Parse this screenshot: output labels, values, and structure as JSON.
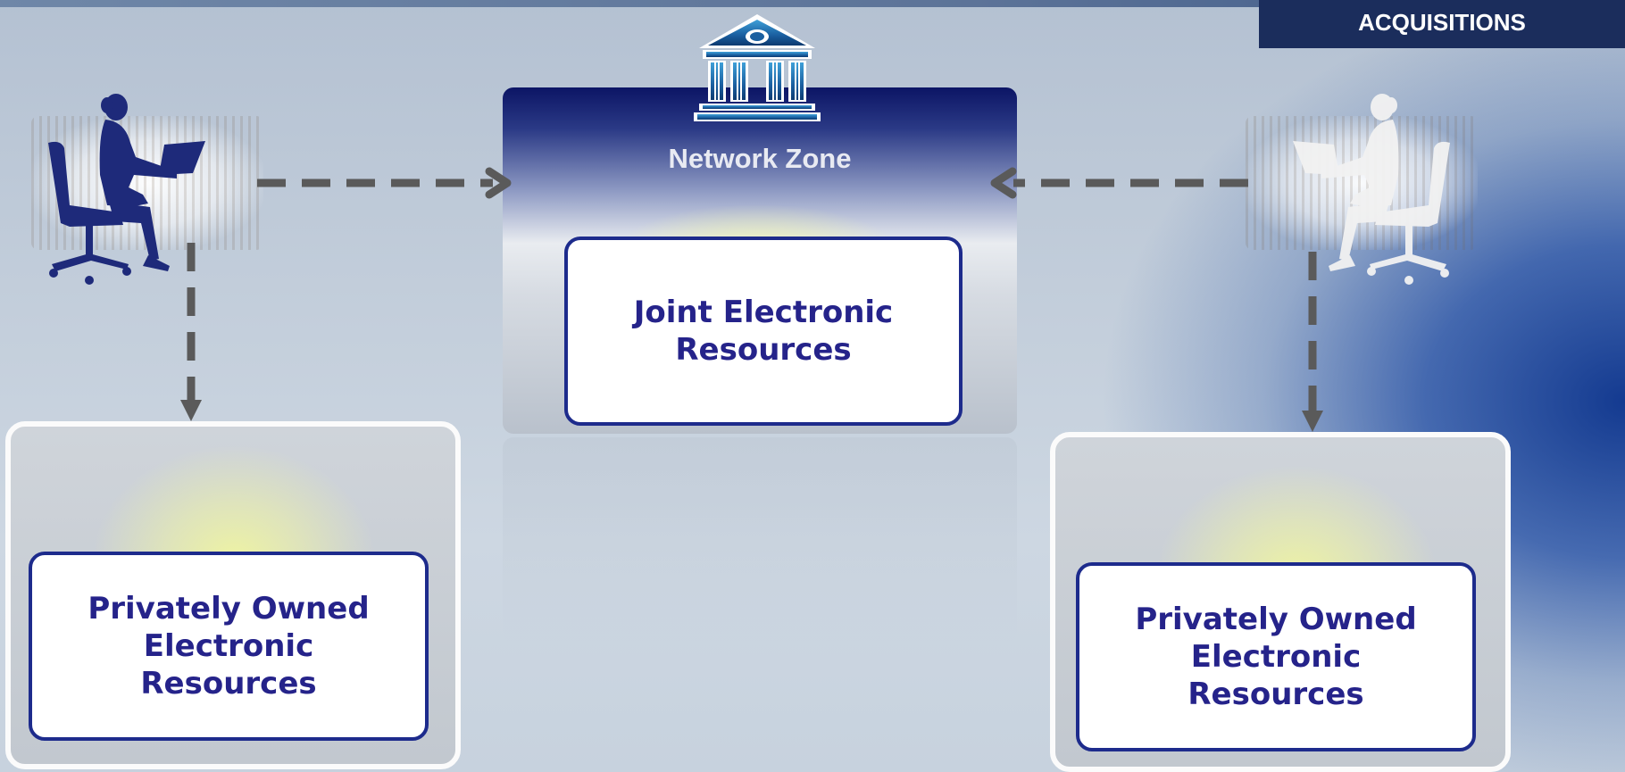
{
  "corner_tab": {
    "label": "ACQUISITIONS"
  },
  "network_zone": {
    "title": "Network Zone",
    "joint_box": {
      "line1": "Joint Electronic",
      "line2": "Resources"
    }
  },
  "left_institution": {
    "box": {
      "line1": "Privately Owned",
      "line2": "Electronic",
      "line3": "Resources"
    }
  },
  "right_institution": {
    "box": {
      "line1": "Privately Owned",
      "line2": "Electronic",
      "line3": "Resources"
    }
  },
  "colors": {
    "box_border": "#1d2b8c",
    "box_text": "#25238a",
    "arrow": "#5a5a5a",
    "left_person": "#1e2a7a",
    "right_person": "#f2f2f2",
    "corner_tab_bg": "#1b2d5c"
  },
  "icons": [
    "library-building-icon",
    "person-at-laptop-icon",
    "dashed-arrow-icon"
  ]
}
